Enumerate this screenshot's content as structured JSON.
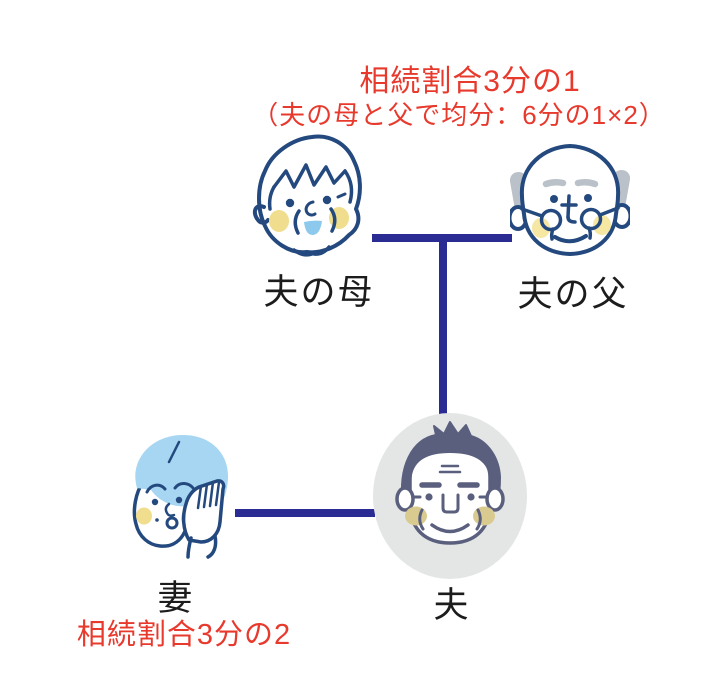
{
  "diagram": {
    "title": {
      "line1": "相続割合3分の1",
      "line2": "（夫の母と父で均分：6分の1×2）"
    },
    "labels": {
      "mother": "夫の母",
      "father": "夫の父",
      "husband": "夫",
      "wife": "妻"
    },
    "note": {
      "wife_share": "相続割合3分の2"
    },
    "figures": [
      {
        "id": "husband-mother",
        "label": "夫の母",
        "share": "1/6"
      },
      {
        "id": "husband-father",
        "label": "夫の父",
        "share": "1/6"
      },
      {
        "id": "husband",
        "label": "夫",
        "status": "deceased"
      },
      {
        "id": "wife",
        "label": "妻",
        "share": "2/3"
      }
    ],
    "colors": {
      "accent_red": "#e8392d",
      "connector_navy": "#2b2b94",
      "outline_navy": "#24497e",
      "husband_slate": "#5a5f7e",
      "deceased_gray": "#e4e6e6",
      "cheek_yellow": "#f0dd8d",
      "cheek_pale_yellow": "#f6e7a3",
      "cheek_tan": "#d9cb8f",
      "mouth_blue": "#8cc9ed",
      "wife_hair_blue": "#a6d6f2",
      "father_hair_gray": "#bac1c8",
      "label_black": "#1c1c1c"
    }
  }
}
